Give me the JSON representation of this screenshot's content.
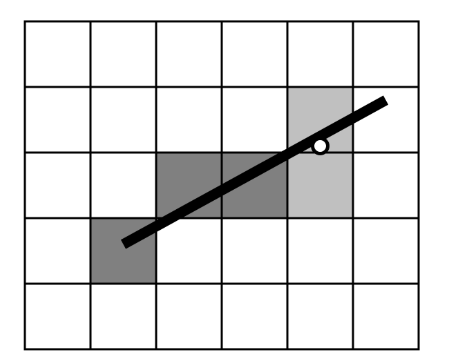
{
  "grid": {
    "columns": 6,
    "rows": 5,
    "line_color": "#000000",
    "background_color": "#ffffff"
  },
  "highlighted_cells": [
    {
      "col": 1,
      "row": 3,
      "shade": "dark"
    },
    {
      "col": 2,
      "row": 2,
      "shade": "dark"
    },
    {
      "col": 3,
      "row": 2,
      "shade": "dark"
    },
    {
      "col": 4,
      "row": 1,
      "shade": "light"
    },
    {
      "col": 4,
      "row": 2,
      "shade": "light"
    }
  ],
  "shade_colors": {
    "dark": "#808080",
    "light": "#c0c0c0"
  },
  "line_segment": {
    "color": "#000000",
    "start_cell": {
      "col": 1.5,
      "row": 3.4
    },
    "end_cell": {
      "col": 5.5,
      "row": 1.2
    }
  },
  "marker": {
    "cell": {
      "col": 4.5,
      "row": 1.9
    },
    "fill": "#ffffff",
    "stroke": "#000000"
  }
}
